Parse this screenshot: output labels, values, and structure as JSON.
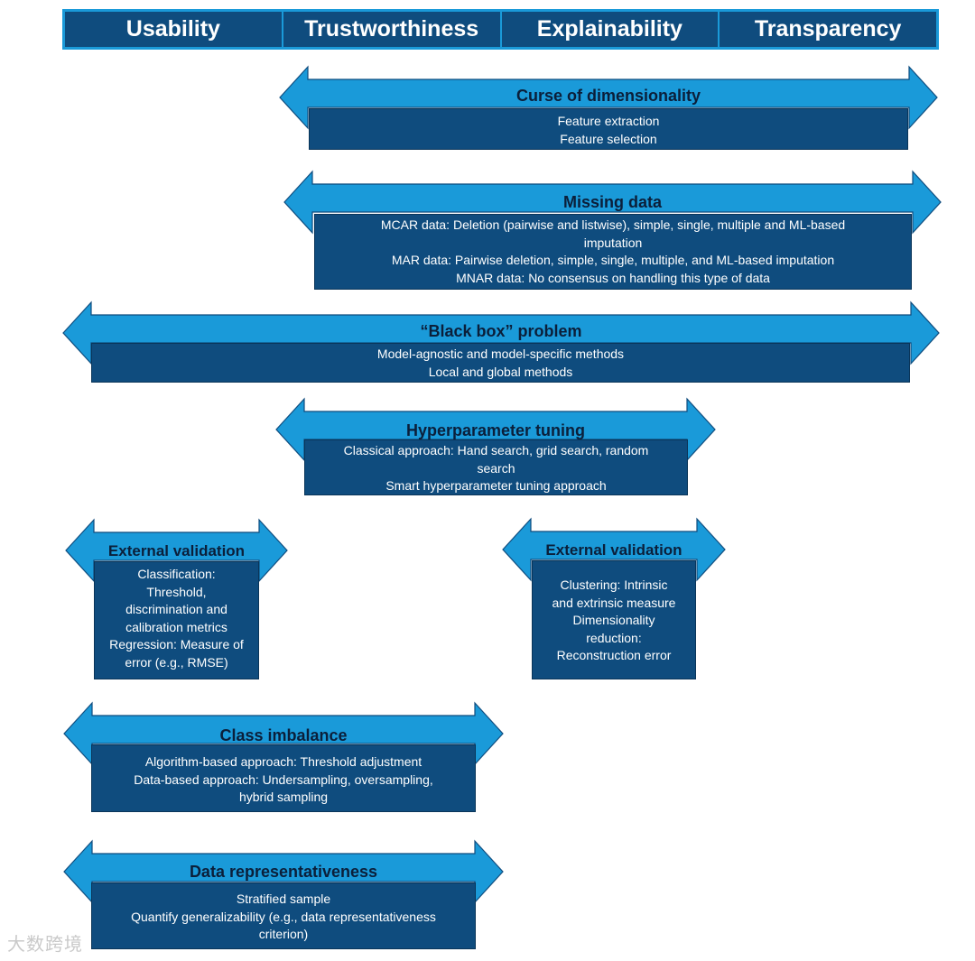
{
  "header": [
    "Usability",
    "Trustworthiness",
    "Explainability",
    "Transparency"
  ],
  "colors": {
    "header_bg": "#0f4c7e",
    "header_border": "#1a9ad9",
    "arrow_fill": "#1a9ad9",
    "box_bg": "#0f4c7e",
    "title_text": "#0b1f3a"
  },
  "blocks": [
    {
      "title": "Curse of dimensionality",
      "lines": [
        "Feature extraction",
        "Feature selection"
      ]
    },
    {
      "title": "Missing data",
      "lines": [
        "MCAR data: Deletion (pairwise and listwise), simple, single, multiple and  ML-based",
        "imputation",
        "MAR data: Pairwise deletion, simple, single, multiple, and ML-based imputation",
        "MNAR data: No consensus on handling this type of data"
      ]
    },
    {
      "title": "“Black box” problem",
      "lines": [
        "Model-agnostic and model-specific methods",
        "Local and global methods"
      ]
    },
    {
      "title": "Hyperparameter tuning",
      "lines": [
        "Classical approach: Hand search, grid search, random",
        "search",
        "Smart hyperparameter tuning approach"
      ]
    },
    {
      "title": "External validation",
      "lines": [
        "Classification:",
        "Threshold,",
        "discrimination and",
        "calibration metrics",
        "Regression: Measure of",
        "error (e.g., RMSE)"
      ]
    },
    {
      "title": "External validation",
      "lines": [
        "Clustering: Intrinsic",
        "and extrinsic measure",
        "Dimensionality",
        "reduction:",
        "Reconstruction error"
      ]
    },
    {
      "title": "Class imbalance",
      "lines": [
        "Algorithm-based approach: Threshold adjustment",
        "Data-based approach: Undersampling, oversampling,",
        "hybrid sampling"
      ]
    },
    {
      "title": "Data representativeness",
      "lines": [
        "Stratified sample",
        "Quantify generalizability (e.g., data representativeness",
        "criterion)"
      ]
    }
  ],
  "watermark": "大数跨境"
}
